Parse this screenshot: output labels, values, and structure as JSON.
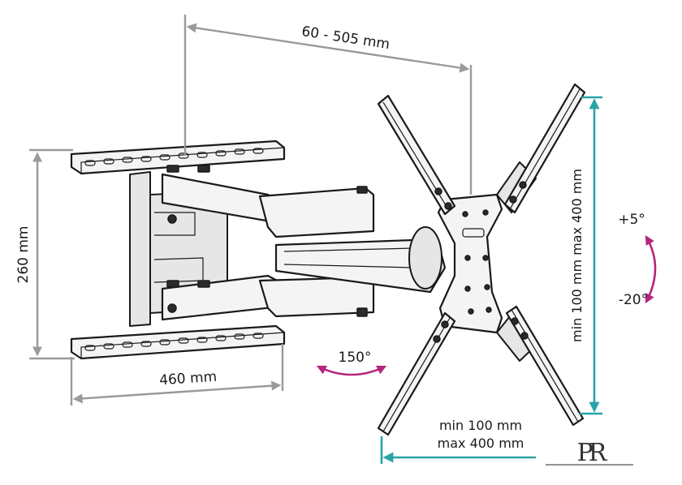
{
  "labels": {
    "arm_extension": "60 - 505 mm",
    "wall_height": "260 mm",
    "wall_width": "460 mm",
    "swivel": "150°",
    "tilt_up": "+5°",
    "tilt_down": "-20°",
    "vesa_vertical": "min 100 mm max 400 mm",
    "vesa_horizontal_min": "min 100 mm",
    "vesa_horizontal_max": "max 400 mm"
  },
  "logo": {
    "text": "PR"
  },
  "colors": {
    "dimension_grey": "#9a9a9a",
    "dimension_teal": "#2aa3a6",
    "rotation_magenta": "#b5257d",
    "outline": "#1a1a1a"
  }
}
